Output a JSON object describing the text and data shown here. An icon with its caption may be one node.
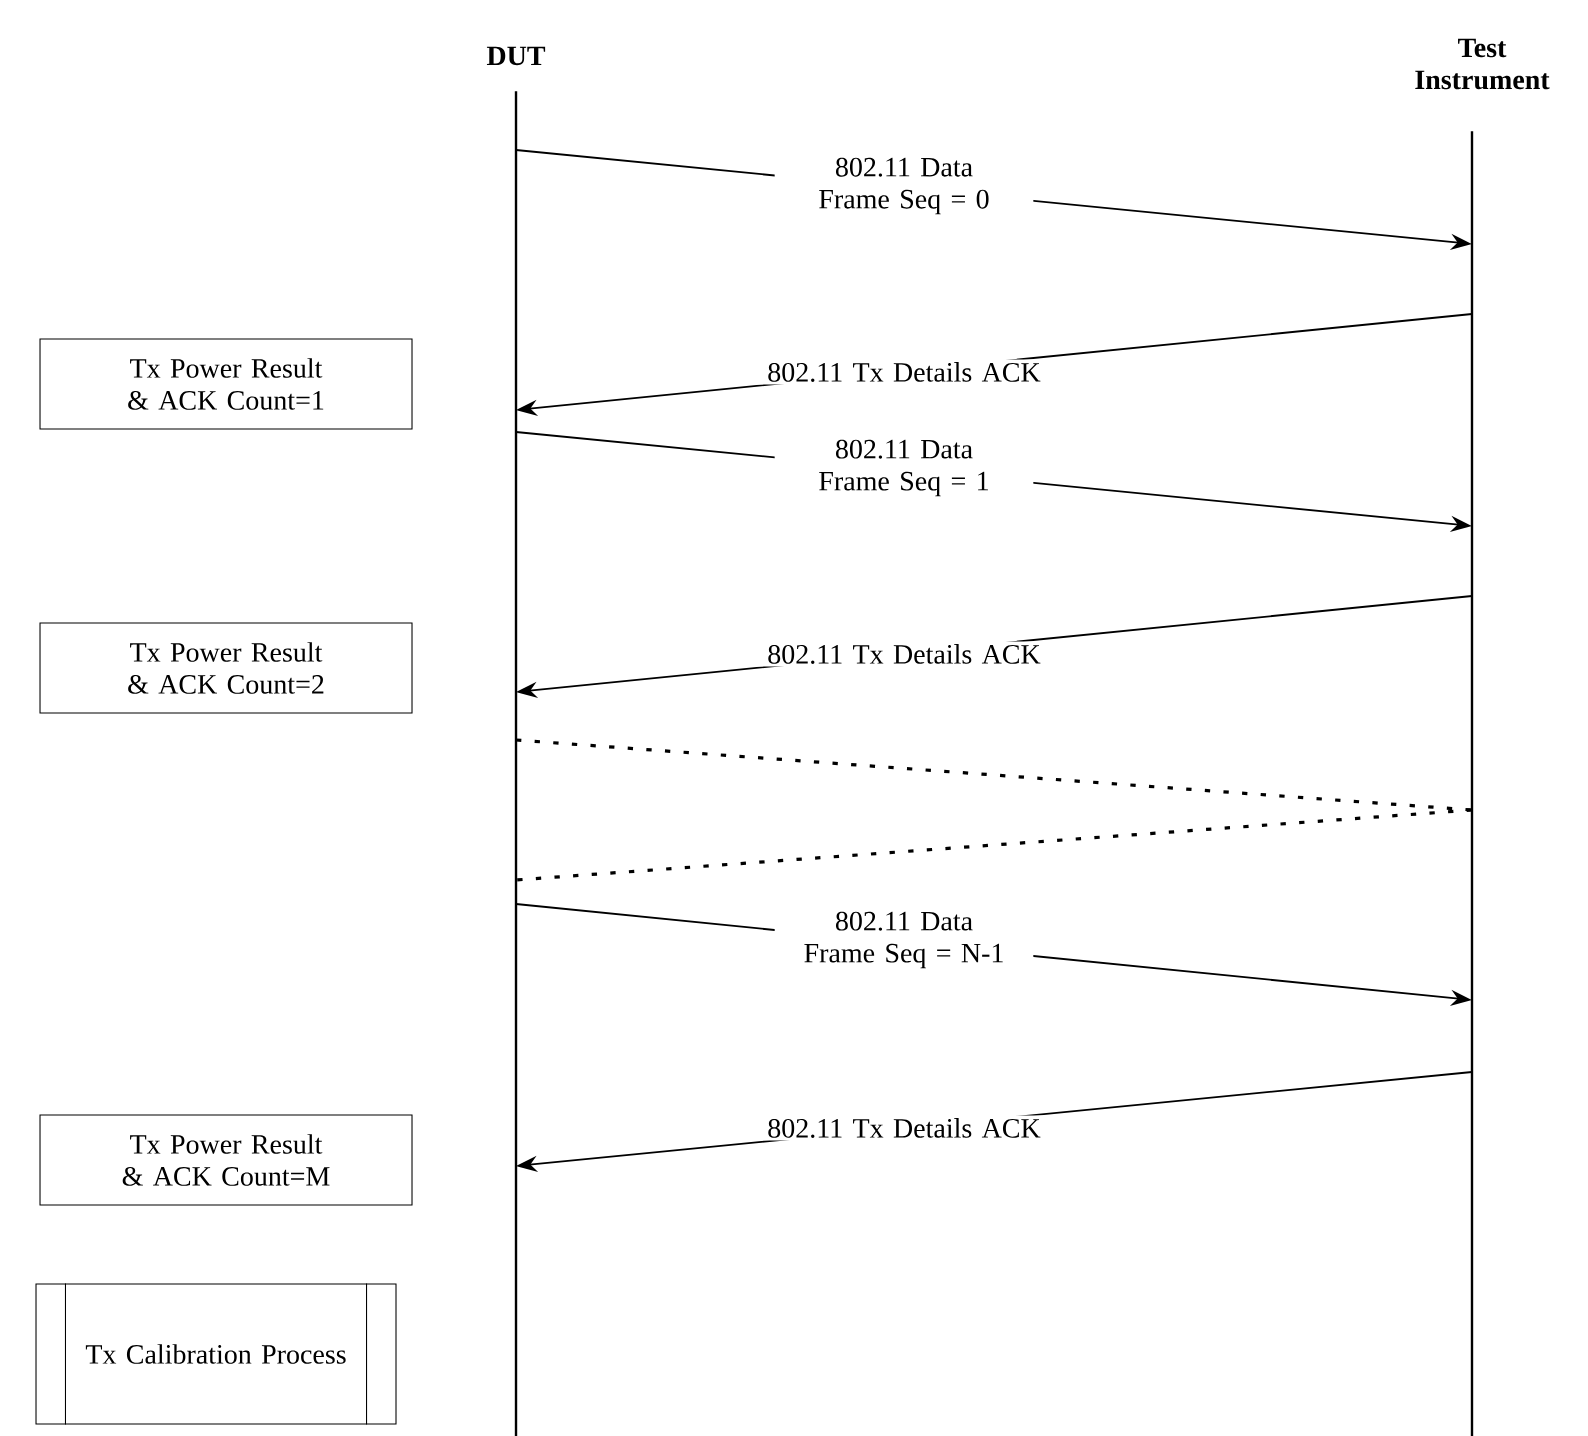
{
  "diagram": {
    "nodes": [
      {
        "text": [
          "DUT"
        ]
      },
      {
        "text": [
          "Test Instrument"
        ]
      },
      {
        "text": [],
        "shape": "bar"
      },
      {
        "text": [],
        "shape": "bar"
      },
      {
        "text": [
          "Tx Power Result & ACK Count=1"
        ]
      },
      {
        "text": [
          "Tx Power Result & ACK Count=2"
        ]
      },
      {
        "text": [
          "Tx Power Result & ACK Count=M"
        ]
      },
      {
        "text": [
          "Tx Calibration Process"
        ]
      }
    ],
    "edges": [
      {
        "from": 2,
        "to": 3,
        "arrow": "to",
        "label": "802.11 Data Frame Seq = 0"
      },
      {
        "from": 3,
        "to": 2,
        "arrow": "to",
        "label": "802.11 Tx Details ACK"
      },
      {
        "from": 2,
        "to": 3,
        "arrow": "to",
        "label": "802.11 Data Frame Seq = 1"
      },
      {
        "from": 3,
        "to": 2,
        "arrow": "to",
        "label": "802.11 Tx Details ACK"
      },
      {
        "from": 2,
        "to": 3,
        "arrow": "none",
        "style": "dashed"
      },
      {
        "from": 3,
        "to": 2,
        "arrow": "none",
        "style": "dashed"
      },
      {
        "from": 2,
        "to": 3,
        "arrow": "to",
        "label": "802.11 Data Frame Seq = N-1"
      },
      {
        "from": 3,
        "to": 2,
        "arrow": "to",
        "label": "802.11 Tx Details ACK"
      }
    ]
  }
}
